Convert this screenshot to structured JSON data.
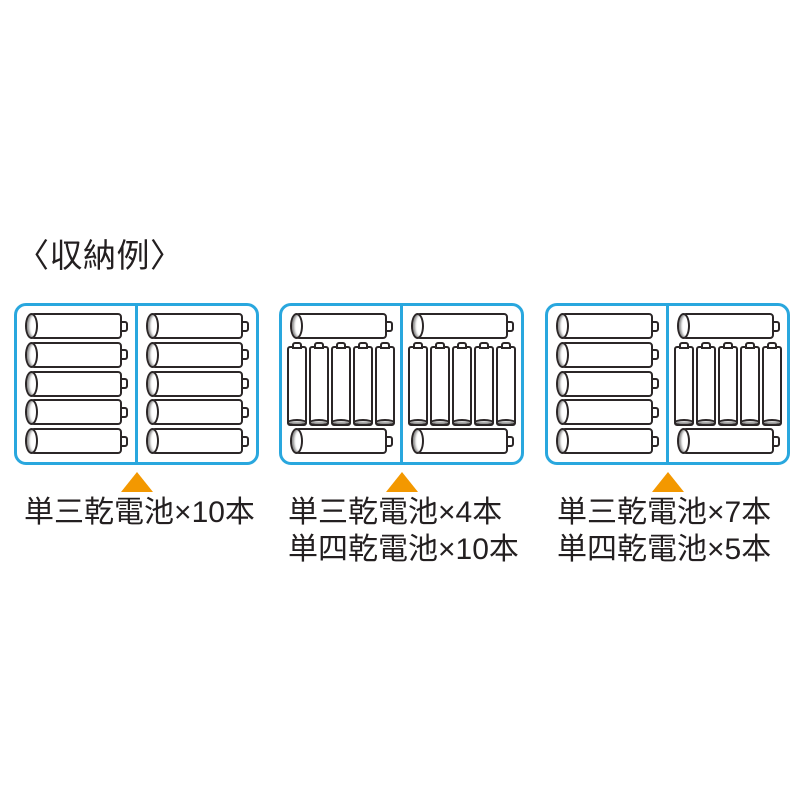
{
  "figure": {
    "title": "〈収納例〉",
    "cases": [
      {
        "label_lines": [
          "単三乾電池×10本"
        ],
        "columns": [
          {
            "layout": [
              "aa",
              "aa",
              "aa",
              "aa",
              "aa"
            ]
          },
          {
            "layout": [
              "aa",
              "aa",
              "aa",
              "aa",
              "aa"
            ]
          }
        ]
      },
      {
        "label_lines": [
          "単三乾電池×4本",
          "単四乾電池×10本"
        ],
        "columns": [
          {
            "layout": [
              "aa",
              {
                "aaa": 5
              },
              "aa"
            ]
          },
          {
            "layout": [
              "aa",
              {
                "aaa": 5
              },
              "aa"
            ]
          }
        ]
      },
      {
        "label_lines": [
          "単三乾電池×7本",
          "単四乾電池×5本"
        ],
        "columns": [
          {
            "layout": [
              "aa",
              "aa",
              "aa",
              "aa",
              "aa"
            ]
          },
          {
            "layout": [
              "aa",
              {
                "aaa": 5
              },
              "aa"
            ]
          }
        ]
      }
    ]
  },
  "colors": {
    "case_border": "#29a7de",
    "pointer": "#f39800",
    "battery_outline": "#2b2627",
    "label_text": "#231f20"
  }
}
